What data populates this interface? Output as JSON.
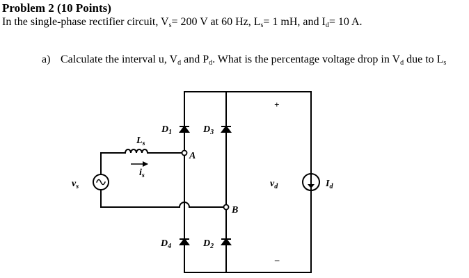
{
  "problem": {
    "title": "Problem 2 (10 Points)"
  },
  "statement": {
    "lead": "In the single-phase rectifier circuit, V",
    "vs_sub": "s",
    "vs_val": "= 200 V at 60 Hz, L",
    "ls_sub": "s",
    "ls_val": "= 1 mH, and I",
    "id_sub": "d",
    "id_val": "= 10 A."
  },
  "part_a": {
    "label": "a)",
    "t1": "Calculate the interval u, V",
    "s1": "d",
    "t2": "and P",
    "s2": "d",
    "t3": ". What is the percentage voltage drop in V",
    "s3": "d",
    "t4": "due to L",
    "s4": "s"
  },
  "circuit": {
    "d1": "D",
    "d1_sub": "1",
    "d3": "D",
    "d3_sub": "3",
    "d4": "D",
    "d4_sub": "4",
    "d2": "D",
    "d2_sub": "2",
    "ls": "L",
    "ls_sub": "s",
    "is": "i",
    "is_sub": "s",
    "vs": "v",
    "vs_sub": "s",
    "vd": "v",
    "vd_sub": "d",
    "id": "I",
    "id_sub": "d",
    "node_a": "A",
    "node_b": "B",
    "plus": "+",
    "minus": "–"
  }
}
